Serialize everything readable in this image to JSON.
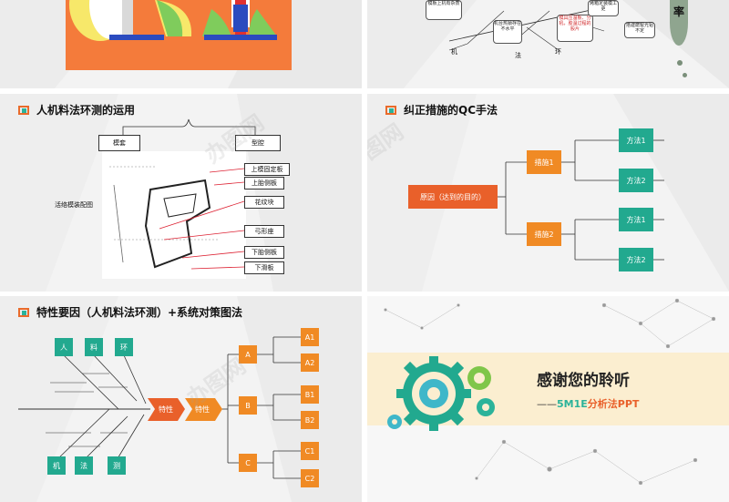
{
  "slide_tl": {},
  "slide_tr": {
    "labels": {
      "machine": "机",
      "method": "法",
      "env": "环",
      "side_char": "率"
    },
    "notes": [
      "模板上机有杂质",
      "机台热锁存在不水平",
      "模具压温板、分吼，胶温过程的股片",
      "烤箱定装模工更",
      "搭建磨辊光铝不定"
    ]
  },
  "slide_ml": {
    "title": "人机料法环测的运用",
    "brace_left": "模套",
    "brace_right": "型腔",
    "side_label": "活络模装配图",
    "parts": [
      "上模固定板",
      "上胎侧板",
      "花纹块",
      "弓形座",
      "下胎侧板",
      "下滑板"
    ]
  },
  "slide_mr": {
    "title": "纠正措施的QC手法",
    "cause": "原因（达到的目的）",
    "measures": [
      "措施1",
      "措施2"
    ],
    "methods": [
      "方法1",
      "方法2",
      "方法1",
      "方法2"
    ]
  },
  "slide_bl": {
    "title": "特性要因（人机料法环测）+系统对策图法",
    "top_boxes": [
      "人",
      "料",
      "环"
    ],
    "bottom_boxes": [
      "机",
      "法",
      "测"
    ],
    "heads": [
      "特性",
      "特性"
    ],
    "branches": [
      "A",
      "B",
      "C"
    ],
    "leaves": [
      "A1",
      "A2",
      "B1",
      "B2",
      "C1",
      "C2"
    ]
  },
  "slide_br": {
    "thanks": "感谢您的聆听",
    "subtitle_dash": "——",
    "subtitle_code": "5M1E",
    "subtitle_rest": "分析法PPT"
  },
  "watermark": "办图网",
  "colors": {
    "teal": "#22a98f",
    "orange": "#f08a24",
    "accent_orange": "#e96b2b",
    "slide_bg": "#f3f3f3"
  }
}
